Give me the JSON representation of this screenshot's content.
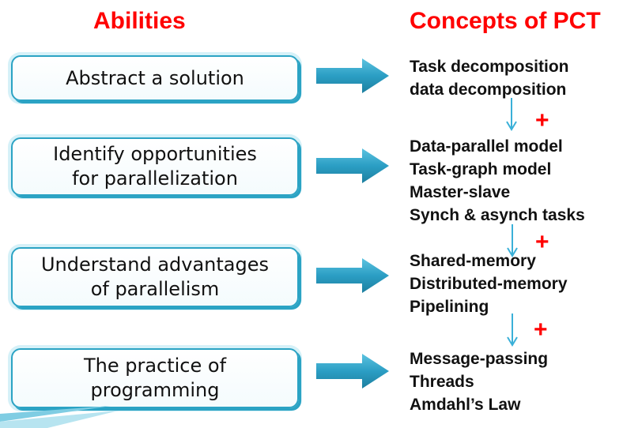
{
  "headings": {
    "left": "Abilities",
    "right": "Concepts of PCT"
  },
  "abilities": [
    {
      "lines": [
        "Abstract a solution"
      ]
    },
    {
      "lines": [
        "Identify opportunities",
        "for parallelization"
      ]
    },
    {
      "lines": [
        "Understand advantages",
        "of parallelism"
      ]
    },
    {
      "lines": [
        "The practice of",
        "programming"
      ]
    }
  ],
  "concepts": [
    [
      "Task decomposition",
      "data decomposition"
    ],
    [
      "Data-parallel model",
      "Task-graph model",
      "Master-slave",
      "Synch & asynch tasks"
    ],
    [
      "Shared-memory",
      "Distributed-memory",
      "Pipelining"
    ],
    [
      "Message-passing",
      "Threads",
      "Amdahl’s Law"
    ]
  ],
  "plus_symbol": "+",
  "colors": {
    "heading": "#ff0000",
    "box_border": "#2ba3c4",
    "arrow": "#2b9ec4",
    "small_arrow": "#3ab0d8",
    "plus": "#ff0000"
  }
}
